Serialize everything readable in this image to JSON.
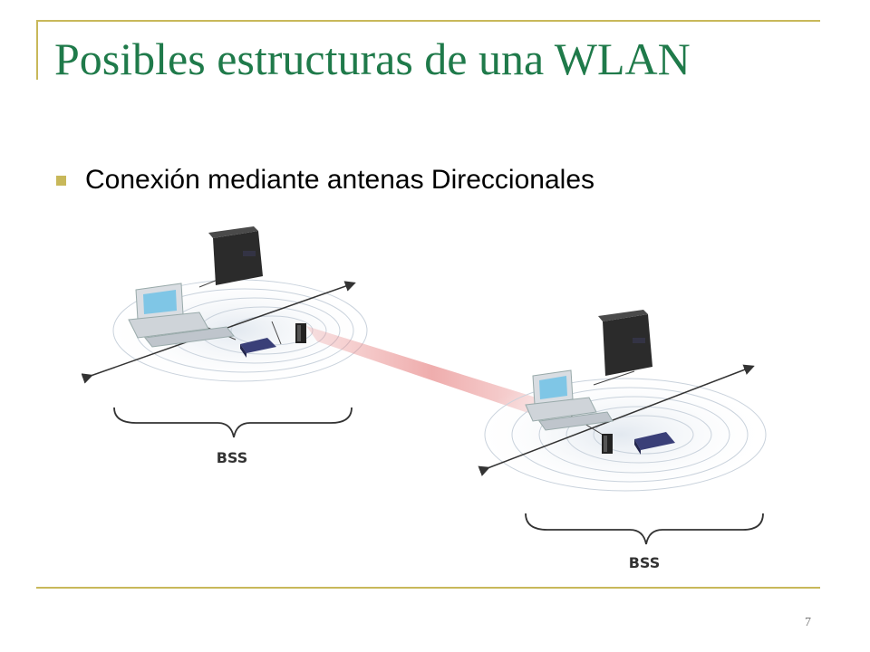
{
  "slide": {
    "title": "Posibles estructuras de una WLAN",
    "bullet": "Conexión mediante antenas Direccionales",
    "page_number": "7",
    "colors": {
      "title": "#1f7a4a",
      "accent": "#c8b85a",
      "beam": "#e88a8a"
    }
  },
  "diagram": {
    "left_label": "BSS",
    "right_label": "BSS"
  }
}
